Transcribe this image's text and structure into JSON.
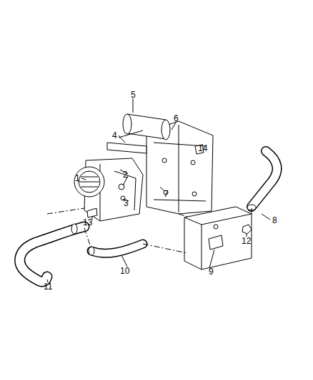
{
  "diagram": {
    "labels": [
      "5",
      "6",
      "4",
      "14",
      "1",
      "2",
      "7",
      "3",
      "8",
      "13",
      "12",
      "10",
      "9",
      "11"
    ]
  }
}
